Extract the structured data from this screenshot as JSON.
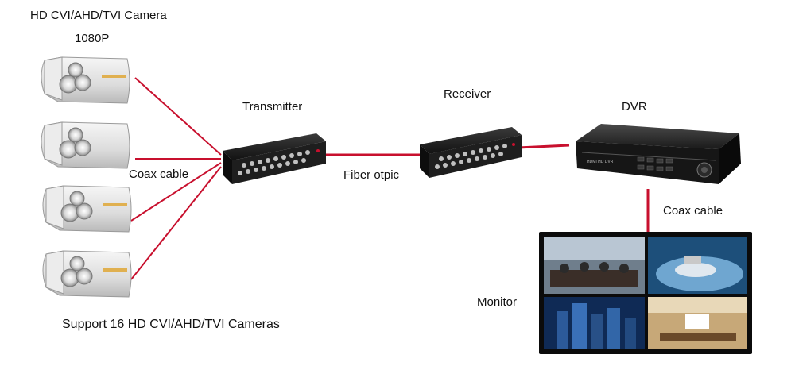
{
  "labels": {
    "camera_title": "HD CVI/AHD/TVI Camera",
    "resolution": "1080P",
    "transmitter": "Transmitter",
    "receiver": "Receiver",
    "dvr": "DVR",
    "coax_cable_left": "Coax cable",
    "fiber": "Fiber otpic",
    "coax_cable_right": "Coax cable",
    "monitor": "Monitor",
    "support": "Support 16 HD CVI/AHD/TVI Cameras"
  },
  "device_text": {
    "dvr_brand": "HDMI HD DVR"
  },
  "colors": {
    "link": "#c8102e",
    "device_dark": "#1c1c1c",
    "camera_body": "#e6e6e6"
  }
}
